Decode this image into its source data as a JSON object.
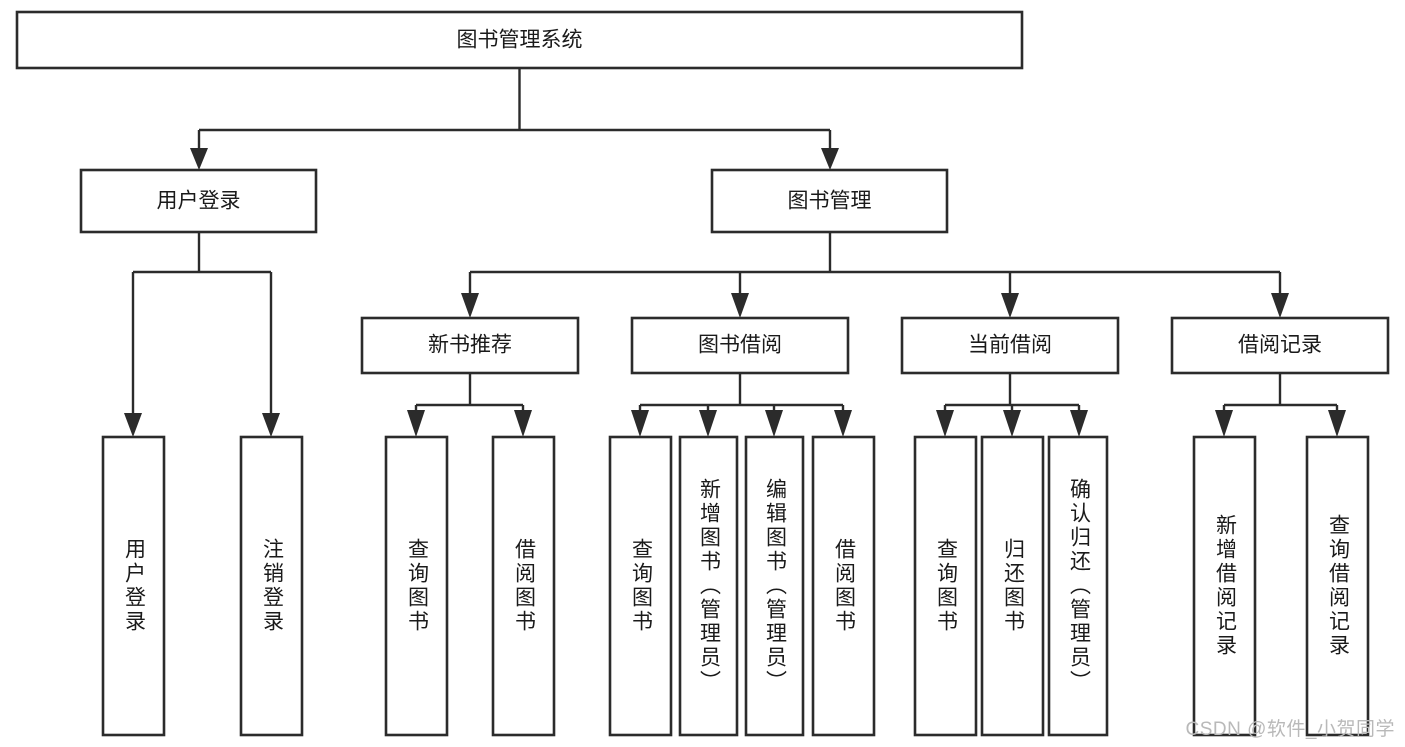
{
  "diagram": {
    "type": "tree-hierarchy",
    "title": "图书管理系统",
    "orientation": "top-down",
    "colors": {
      "box_stroke": "#2b2b2b",
      "box_fill": "#ffffff",
      "connector": "#2b2b2b",
      "text": "#1a1a1a",
      "watermark": "#b9b9b9",
      "background": "#ffffff"
    },
    "nodes": {
      "root": {
        "label": "图书管理系统",
        "level": 0,
        "orientation": "horizontal"
      },
      "level1": [
        {
          "id": "user-login",
          "label": "用户登录",
          "orientation": "horizontal"
        },
        {
          "id": "book-management",
          "label": "图书管理",
          "orientation": "horizontal"
        }
      ],
      "level2": [
        {
          "id": "new-book-recommend",
          "label": "新书推荐",
          "orientation": "horizontal",
          "parent": "book-management"
        },
        {
          "id": "book-borrow",
          "label": "图书借阅",
          "orientation": "horizontal",
          "parent": "book-management"
        },
        {
          "id": "current-borrow",
          "label": "当前借阅",
          "orientation": "horizontal",
          "parent": "book-management"
        },
        {
          "id": "borrow-record",
          "label": "借阅记录",
          "orientation": "horizontal",
          "parent": "book-management"
        }
      ],
      "leaves": [
        {
          "id": "leaf-user-login",
          "label": "用户登录",
          "orientation": "vertical",
          "parent": "user-login"
        },
        {
          "id": "leaf-logout-login",
          "label": "注销登录",
          "orientation": "vertical",
          "parent": "user-login"
        },
        {
          "id": "leaf-query-book-1",
          "label": "查询图书",
          "orientation": "vertical",
          "parent": "new-book-recommend"
        },
        {
          "id": "leaf-borrow-book-1",
          "label": "借阅图书",
          "orientation": "vertical",
          "parent": "new-book-recommend"
        },
        {
          "id": "leaf-query-book-2",
          "label": "查询图书",
          "orientation": "vertical",
          "parent": "book-borrow"
        },
        {
          "id": "leaf-add-book-admin",
          "label": "新增图书（管理员）",
          "orientation": "vertical",
          "parent": "book-borrow"
        },
        {
          "id": "leaf-edit-book-admin",
          "label": "编辑图书（管理员）",
          "orientation": "vertical",
          "parent": "book-borrow"
        },
        {
          "id": "leaf-borrow-book-2",
          "label": "借阅图书",
          "orientation": "vertical",
          "parent": "book-borrow"
        },
        {
          "id": "leaf-query-book-3",
          "label": "查询图书",
          "orientation": "vertical",
          "parent": "current-borrow"
        },
        {
          "id": "leaf-return-book",
          "label": "归还图书",
          "orientation": "vertical",
          "parent": "current-borrow"
        },
        {
          "id": "leaf-confirm-return-admin",
          "label": "确认归还（管理员）",
          "orientation": "vertical",
          "parent": "current-borrow"
        },
        {
          "id": "leaf-add-borrow-record",
          "label": "新增借阅记录",
          "orientation": "vertical",
          "parent": "borrow-record"
        },
        {
          "id": "leaf-query-borrow-record",
          "label": "查询借阅记录",
          "orientation": "vertical",
          "parent": "borrow-record"
        }
      ]
    }
  },
  "watermark": {
    "text": "CSDN @软件_小贺同学"
  }
}
